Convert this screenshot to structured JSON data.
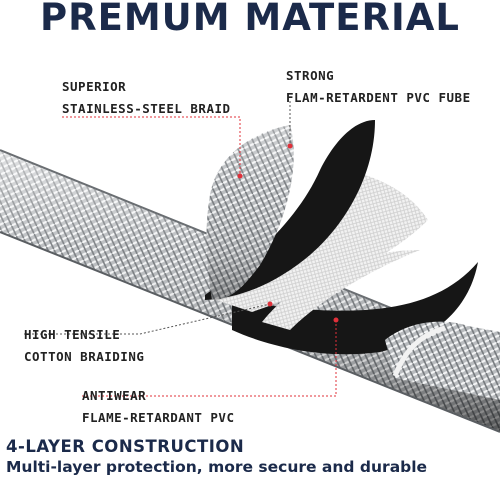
{
  "headline": "PREMUM MATERIAL",
  "callouts": {
    "braid": {
      "line1": "SUPERIOR",
      "line2": "STAINLESS-STEEL BRAID"
    },
    "tube": {
      "line1": "STRONG",
      "line2": "FLAM-RETARDENT PVC FUBE"
    },
    "cotton": {
      "line1": "HIGH TENSILE",
      "line2": "COTTON BRAIDING"
    },
    "cover": {
      "line1": "ANTIWEAR",
      "line2": "FLAME-RETARDANT PVC"
    }
  },
  "footer": {
    "title": "4-LAYER CONSTRUCTION",
    "subtitle": "Multi-layer protection, more secure and durable"
  },
  "colors": {
    "navy": "#1b2a4a",
    "pointer": "#e0303a",
    "steel_light": "#e2e4e6",
    "steel_dark": "#8a8e92",
    "rubber": "#161616",
    "cotton": "#eeeeee"
  }
}
